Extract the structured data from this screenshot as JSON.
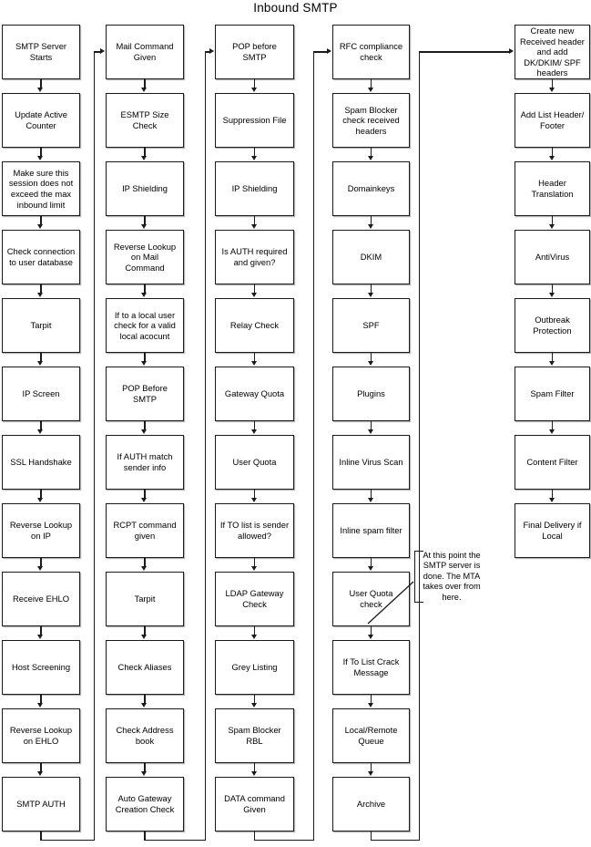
{
  "title": "Inbound SMTP",
  "theme": {
    "box_border": "#1b1b1b",
    "box_fill": "#ffffff",
    "line": "#1b1b1b",
    "text": "#000000",
    "page_bg": "#ffffff"
  },
  "annotation": {
    "text": "At this point the SMTP server is done.  The MTA takes over from here."
  },
  "columns": [
    {
      "id": "column-1",
      "name": "smtp-connection-phase",
      "nodes": [
        {
          "label": "SMTP Server Starts"
        },
        {
          "label": "Update Active Counter"
        },
        {
          "label": "Make sure this session does not exceed the max inbound limit"
        },
        {
          "label": "Check connection to user database"
        },
        {
          "label": "Tarpit"
        },
        {
          "label": "IP Screen"
        },
        {
          "label": "SSL Handshake"
        },
        {
          "label": "Reverse Lookup on IP"
        },
        {
          "label": "Receive EHLO"
        },
        {
          "label": "Host Screening"
        },
        {
          "label": "Reverse Lookup on EHLO"
        },
        {
          "label": "SMTP AUTH"
        }
      ]
    },
    {
      "id": "column-2",
      "name": "mail-command-phase",
      "nodes": [
        {
          "label": "Mail Command Given"
        },
        {
          "label": "ESMTP Size Check"
        },
        {
          "label": "IP Shielding"
        },
        {
          "label": "Reverse Lookup on Mail Command"
        },
        {
          "label": "If to a local user check for a valid local acocunt"
        },
        {
          "label": "POP Before SMTP"
        },
        {
          "label": "If AUTH match sender info"
        },
        {
          "label": "RCPT command given"
        },
        {
          "label": "Tarpit"
        },
        {
          "label": "Check Aliases"
        },
        {
          "label": "Check Address book"
        },
        {
          "label": "Auto Gateway Creation Check"
        }
      ]
    },
    {
      "id": "column-3",
      "name": "recipient-checks-phase",
      "nodes": [
        {
          "label": "POP before SMTP"
        },
        {
          "label": "Suppression File"
        },
        {
          "label": "IP Shielding"
        },
        {
          "label": "Is AUTH required and given?"
        },
        {
          "label": "Relay Check"
        },
        {
          "label": "Gateway Quota"
        },
        {
          "label": "User Quota"
        },
        {
          "label": "If TO list is sender allowed?"
        },
        {
          "label": "LDAP Gateway Check"
        },
        {
          "label": "Grey Listing"
        },
        {
          "label": "Spam Blocker RBL"
        },
        {
          "label": "DATA command Given"
        }
      ]
    },
    {
      "id": "column-4",
      "name": "message-data-phase",
      "nodes": [
        {
          "label": "RFC compliance check"
        },
        {
          "label": "Spam Blocker check received headers"
        },
        {
          "label": "Domainkeys"
        },
        {
          "label": "DKIM"
        },
        {
          "label": "SPF"
        },
        {
          "label": "Plugins"
        },
        {
          "label": "Inline Virus Scan"
        },
        {
          "label": "Inline spam filter"
        },
        {
          "label": "User Quota check"
        },
        {
          "label": "If To List Crack Message"
        },
        {
          "label": "Local/Remote Queue"
        },
        {
          "label": "Archive"
        }
      ]
    },
    {
      "id": "column-5",
      "name": "mta-delivery-phase",
      "nodes": [
        {
          "label": "Create new Received header and add DK/DKIM/ SPF headers"
        },
        {
          "label": "Add List Header/ Footer"
        },
        {
          "label": "Header Translation"
        },
        {
          "label": "AntiVirus"
        },
        {
          "label": "Outbreak Protection"
        },
        {
          "label": "Spam Filter"
        },
        {
          "label": "Content Filter"
        },
        {
          "label": "Final Delivery if Local"
        }
      ]
    }
  ]
}
